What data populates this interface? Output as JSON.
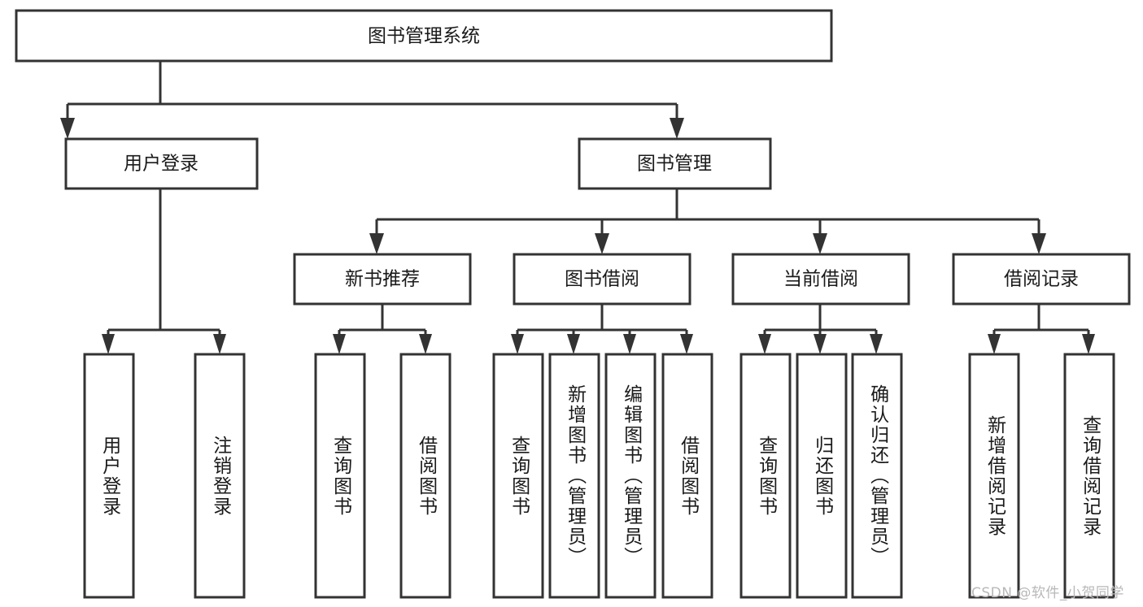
{
  "diagram": {
    "type": "tree-hierarchy",
    "title": "图书管理系统",
    "root": {
      "label": "图书管理系统",
      "orientation": "horizontal"
    },
    "level2": [
      {
        "label": "用户登录",
        "orientation": "horizontal"
      },
      {
        "label": "图书管理",
        "orientation": "horizontal"
      }
    ],
    "level3": [
      {
        "label": "新书推荐",
        "orientation": "horizontal"
      },
      {
        "label": "图书借阅",
        "orientation": "horizontal"
      },
      {
        "label": "当前借阅",
        "orientation": "horizontal"
      },
      {
        "label": "借阅记录",
        "orientation": "horizontal"
      }
    ],
    "leaves": {
      "user_login": [
        {
          "label": "用户登录",
          "orientation": "vertical"
        },
        {
          "label": "注销登录",
          "orientation": "vertical"
        }
      ],
      "new_book_recommend": [
        {
          "label": "查询图书",
          "orientation": "vertical"
        },
        {
          "label": "借阅图书",
          "orientation": "vertical"
        }
      ],
      "book_borrow": [
        {
          "label": "查询图书",
          "orientation": "vertical"
        },
        {
          "label": "新增图书（管理员）",
          "orientation": "vertical"
        },
        {
          "label": "编辑图书（管理员）",
          "orientation": "vertical"
        },
        {
          "label": "借阅图书",
          "orientation": "vertical"
        }
      ],
      "current_borrow": [
        {
          "label": "查询图书",
          "orientation": "vertical"
        },
        {
          "label": "归还图书",
          "orientation": "vertical"
        },
        {
          "label": "确认归还（管理员）",
          "orientation": "vertical"
        }
      ],
      "borrow_record": [
        {
          "label": "新增借阅记录",
          "orientation": "vertical"
        },
        {
          "label": "查询借阅记录",
          "orientation": "vertical"
        }
      ]
    },
    "colors": {
      "box_stroke": "#333333",
      "box_fill": "#ffffff",
      "text": "#1a1a1a",
      "connector": "#333333",
      "watermark": "#b8b8b8",
      "background": "#ffffff"
    }
  },
  "watermark": {
    "text": "CSDN @软件_小贺同学"
  }
}
